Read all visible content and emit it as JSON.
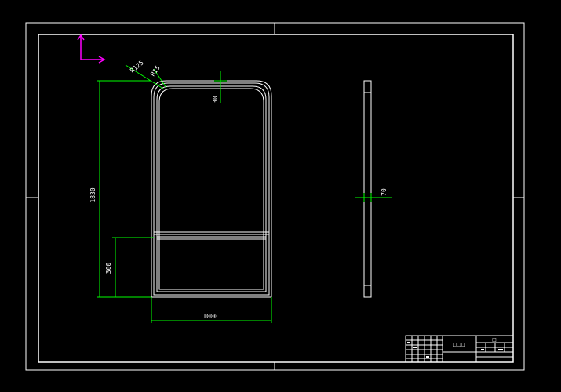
{
  "drawing": {
    "dimensions": {
      "width": "1000",
      "height": "1830",
      "lower_panel": "300",
      "top_offset": "30",
      "radius_outer": "R125",
      "radius_inner": "R15",
      "thickness": "70"
    },
    "title_block": {
      "part_name": "□□□",
      "corner_mark": "□"
    }
  },
  "colors": {
    "background": "#000000",
    "outline": "#ffffff",
    "dimension": "#00ff00",
    "ucs": "#ff00ff"
  }
}
